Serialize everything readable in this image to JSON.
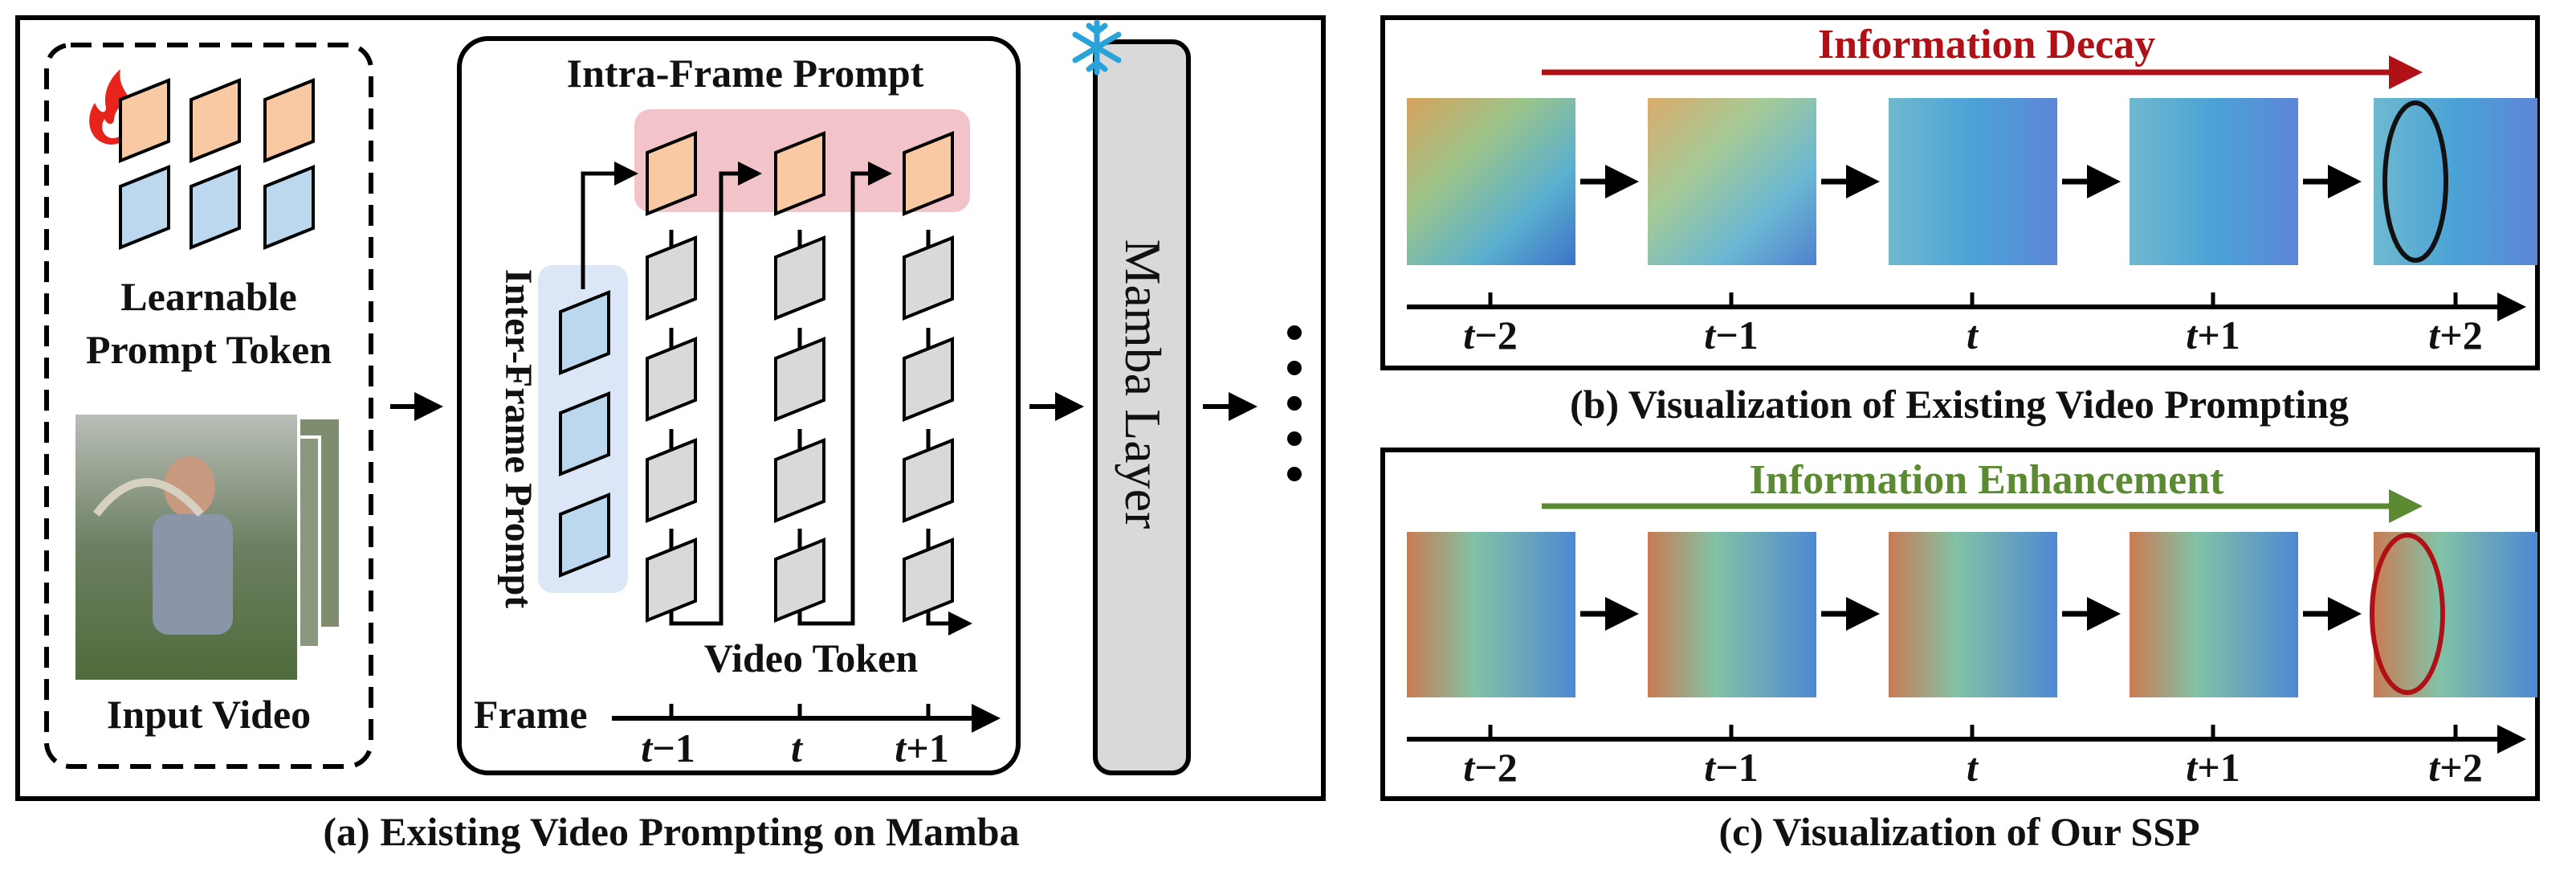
{
  "panel_a": {
    "learnable_line1": "Learnable",
    "learnable_line2": "Prompt Token",
    "input_video": "Input Video",
    "intra_frame": "Intra-Frame Prompt",
    "inter_frame": "Inter-Frame Prompt",
    "video_token": "Video Token",
    "frame_label": "Frame",
    "frame_ticks": [
      {
        "main": "t",
        "sep": "−",
        "num": "1"
      },
      {
        "main": "t",
        "sep": "",
        "num": ""
      },
      {
        "main": "t",
        "sep": "+",
        "num": "1"
      }
    ],
    "mamba_layer": "Mamba Layer",
    "caption": "(a) Existing Video Prompting on Mamba"
  },
  "panel_b": {
    "arrow_label": "Information Decay",
    "caption": "(b) Visualization of Existing Video Prompting"
  },
  "panel_c": {
    "arrow_label": "Information Enhancement",
    "caption": "(c) Visualization of Our SSP"
  },
  "time_ticks": [
    {
      "main": "t",
      "sep": "−",
      "num": "2"
    },
    {
      "main": "t",
      "sep": "−",
      "num": "1"
    },
    {
      "main": "t",
      "sep": "",
      "num": ""
    },
    {
      "main": "t",
      "sep": "+",
      "num": "1"
    },
    {
      "main": "t",
      "sep": "+",
      "num": "2"
    }
  ],
  "colors": {
    "orange_token": "#f8c9a3",
    "blue_token": "#bcd8ef",
    "gray_token": "#d9d9d9",
    "intra_highlight": "#f2c3c8",
    "inter_highlight": "#dbe7f6",
    "decay_red": "#b01116",
    "enhance_green": "#5b8a32",
    "snow_blue": "#2aa3d9",
    "fire_red": "#e8231c"
  },
  "icons": [
    "fire-icon",
    "snowflake-icon"
  ]
}
